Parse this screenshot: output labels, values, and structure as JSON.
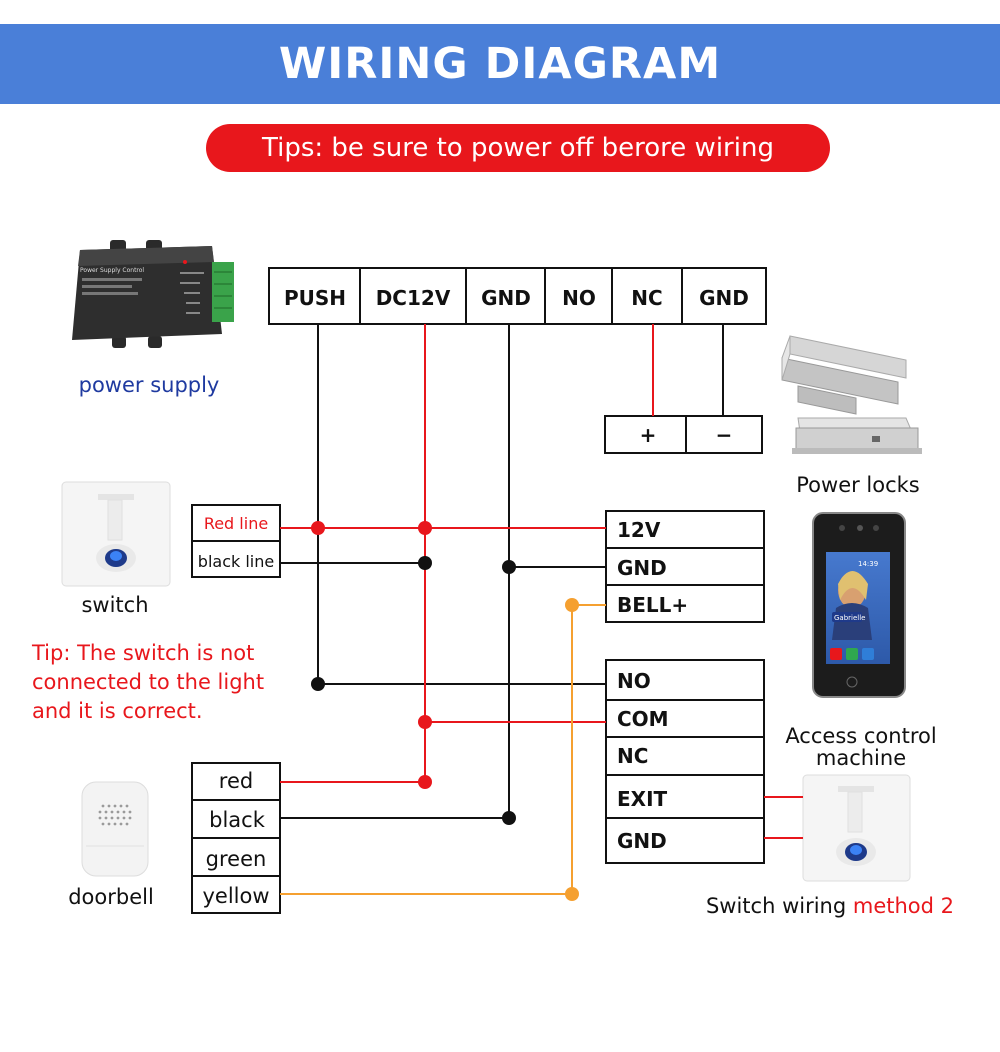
{
  "header": {
    "title": "WIRING DIAGRAM"
  },
  "tips": {
    "text": "Tips: be sure to power off berore wiring"
  },
  "power_supply": {
    "label": "power supply",
    "device_text": "Power Supply Control",
    "terminals": [
      "PUSH",
      "DC12V",
      "GND",
      "NO",
      "NC",
      "GND"
    ]
  },
  "lock": {
    "plus": "+",
    "minus": "−",
    "label": "Power locks"
  },
  "switch_device": {
    "label": "switch",
    "wires": [
      "Red line",
      "black line"
    ]
  },
  "switch_tip": {
    "lines": [
      "Tip: The switch is not",
      "connected to the light",
      "and it is correct."
    ]
  },
  "access_power": {
    "terminals": [
      "12V",
      "GND",
      "BELL+"
    ]
  },
  "access_relay": {
    "terminals": [
      "NO",
      "COM",
      "NC",
      "EXIT",
      "GND"
    ]
  },
  "access_machine": {
    "label_line1": "Access control",
    "label_line2": "machine",
    "screen_name": "Gabrielle",
    "screen_time": "14:39"
  },
  "doorbell": {
    "label": "doorbell",
    "wires": [
      "red",
      "black",
      "green",
      "yellow"
    ]
  },
  "switch_method2": {
    "label_prefix": "Switch wiring ",
    "label_highlight": "method 2"
  },
  "colors": {
    "banner": "#4a7fd8",
    "tips": "#e8171c",
    "red_wire": "#e8171c",
    "orange_wire": "#f5a030",
    "black_wire": "#111111"
  }
}
